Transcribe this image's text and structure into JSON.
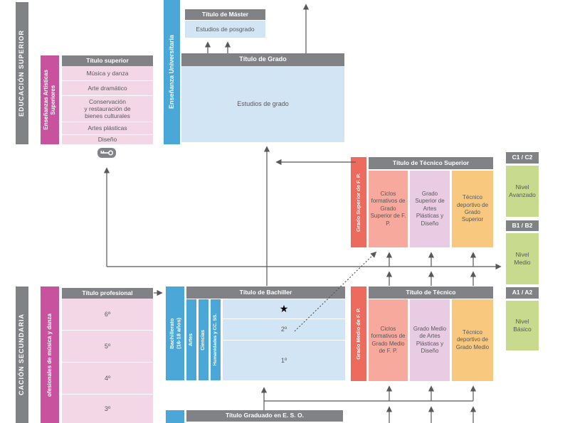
{
  "palette": {
    "gray": "#808285",
    "magenta": "#C9529E",
    "pink": "#F3D7E7",
    "blue": "#4AA7D8",
    "light_blue": "#D2E5F5",
    "red": "#EC6A5E",
    "salmon": "#F6A99C",
    "lavender": "#E9CCE3",
    "orange": "#F8C87E",
    "green": "#C7DA8D",
    "text_gray": "#58585A"
  },
  "superior": {
    "band": "EDUCACIÓN SUPERIOR",
    "artisticas": {
      "bar": "Enseñanzas Artísticas\nSuperiores",
      "header": "Título superior",
      "rows": [
        "Música y danza",
        "Arte dramático",
        "Conservación\ny restauración de\nbienes culturales",
        "Artes plásticas",
        "Diseño"
      ]
    },
    "universitaria": {
      "bar": "Enseñanza Universitaria",
      "master_header": "Título de Máster",
      "posgrado_label": "Estudios de posgrado",
      "grado_header": "Título de Grado",
      "grado_label": "Estudios de grado"
    },
    "fp_superior": {
      "bar": "Grado Superior de F. P.",
      "header": "Título de Técnico Superior",
      "columns": [
        "Ciclos formativos de Grado Superior de F. P.",
        "Grado Superior de Artes Plásticas y Diseño",
        "Técnico deportivo de Grado Superior"
      ]
    }
  },
  "idiomas": {
    "levels": [
      {
        "code": "C1 / C2",
        "name": "Nivel\nAvanzado"
      },
      {
        "code": "B1 / B2",
        "name": "Nivel\nMedio"
      },
      {
        "code": "A1 / A2",
        "name": "Nivel\nBásico"
      }
    ]
  },
  "secundaria": {
    "band": "CACIÓN SECUNDARIA",
    "musica": {
      "bar": "ofesionales de música y danza",
      "header": "Título profesional",
      "rows": [
        "6º",
        "5º",
        "4º",
        "3º"
      ]
    },
    "bachillerato": {
      "bar": "Bachillerato\n(16-18 años)",
      "header": "Título de Bachiller",
      "tracks": [
        "Artes",
        "Ciencias",
        "Humanidades y CC. SS."
      ],
      "star": "★",
      "years": [
        "2º",
        "1º"
      ]
    },
    "fp_medio": {
      "bar": "Grado Medio de F. P.",
      "header": "Título de Técnico",
      "columns": [
        "Ciclos formativos de Grado Medio de F. P.",
        "Grado Medio de Artes Plásticas y Diseño",
        "Técnico deportivo de Grado Medio"
      ]
    },
    "eso": {
      "header": "Título Graduado en E. S. O."
    }
  }
}
